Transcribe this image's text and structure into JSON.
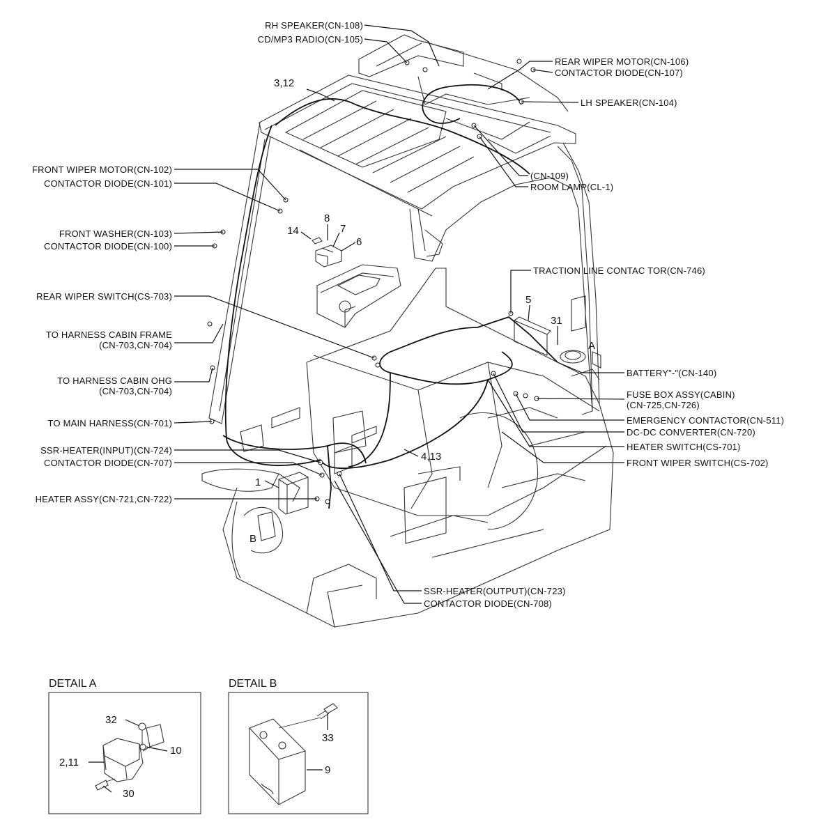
{
  "callouts": {
    "rh_speaker": "RH SPEAKER(CN-108)",
    "cd_radio": "CD/MP3 RADIO(CN-105)",
    "rear_wiper_motor": "REAR WIPER MOTOR(CN-106)",
    "contactor_diode_107": "CONTACTOR DIODE(CN-107)",
    "lh_speaker": "LH SPEAKER(CN-104)",
    "cn109": "(CN-109)",
    "room_lamp": "ROOM LAMP(CL-1)",
    "front_wiper_motor": "FRONT WIPER MOTOR(CN-102)",
    "contactor_diode_101": "CONTACTOR DIODE(CN-101)",
    "front_washer": "FRONT WASHER(CN-103)",
    "contactor_diode_100": "CONTACTOR DIODE(CN-100)",
    "rear_wiper_switch": "REAR WIPER SWITCH(CS-703)",
    "to_harness_cabin_frame": "TO HARNESS CABIN FRAME",
    "to_harness_cabin_frame_sub": "(CN-703,CN-704)",
    "to_harness_cabin_ohg": "TO HARNESS CABIN OHG",
    "to_harness_cabin_ohg_sub": "(CN-703,CN-704)",
    "to_main_harness": "TO MAIN HARNESS(CN-701)",
    "ssr_heater_input": "SSR-HEATER(INPUT)(CN-724)",
    "contactor_diode_707": "CONTACTOR DIODE(CN-707)",
    "heater_assy": "HEATER ASSY(CN-721,CN-722)",
    "traction_line": "TRACTION LINE CONTAC TOR(CN-746)",
    "battery": "BATTERY\"-\"(CN-140)",
    "fuse_box": "FUSE BOX ASSY(CABIN)",
    "fuse_box_sub": "(CN-725,CN-726)",
    "emergency_contactor": "EMERGENCY CONTACTOR(CN-511)",
    "dc_dc_converter": "DC-DC CONVERTER(CN-720)",
    "heater_switch": "HEATER SWITCH(CS-701)",
    "front_wiper_switch": "FRONT WIPER SWITCH(CS-702)",
    "ssr_heater_output": "SSR-HEATER(OUTPUT)(CN-723)",
    "contactor_diode_708": "CONTACTOR DIODE(CN-708)"
  },
  "part_numbers": {
    "p3_12": "3,12",
    "p8": "8",
    "p14": "14",
    "p7": "7",
    "p6": "6",
    "p5": "5",
    "p31": "31",
    "pA": "A",
    "p4_13": "4,13",
    "p1": "1",
    "pB": "B"
  },
  "detail_a": {
    "title": "DETAIL A",
    "p32": "32",
    "p10": "10",
    "p2_11": "2,11",
    "p30": "30"
  },
  "detail_b": {
    "title": "DETAIL B",
    "p33": "33",
    "p9": "9"
  }
}
